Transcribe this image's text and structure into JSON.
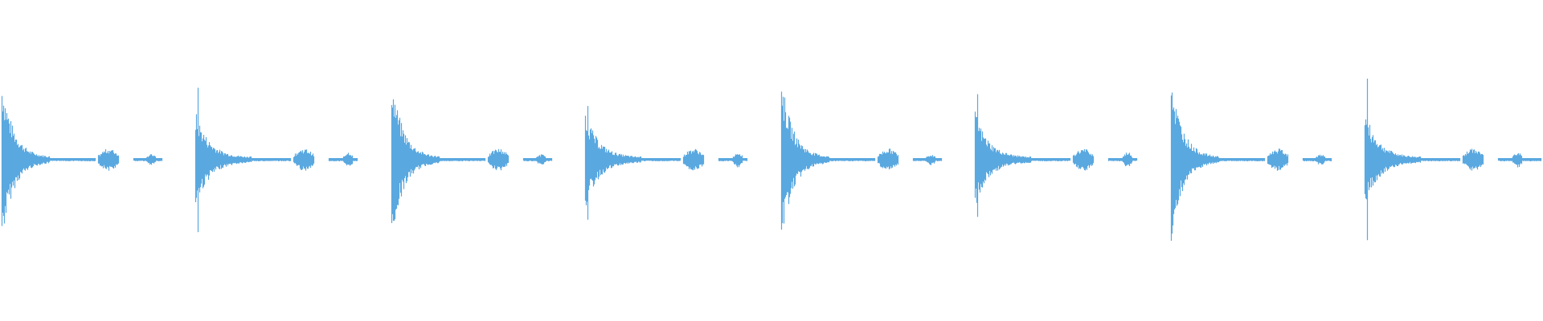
{
  "waveform": {
    "color": "#5aa8e0",
    "background": "#ffffff",
    "beats_per_bar": 8,
    "bar_pattern": [
      "accent",
      "hit",
      "hit",
      "hit"
    ],
    "bars": [
      {
        "index": 1,
        "pattern": [
          "accent",
          "hit",
          "hit",
          "hit"
        ]
      },
      {
        "index": 2,
        "pattern": [
          "accent",
          "hit",
          "hit",
          "hit"
        ]
      }
    ]
  }
}
